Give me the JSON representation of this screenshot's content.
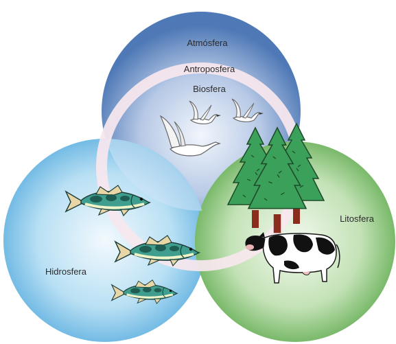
{
  "diagram": {
    "labels": {
      "atmosphere": "Atmósfera",
      "anthroposphere": "Antroposfera",
      "biosphere": "Biosfera",
      "lithosphere": "Litosfera",
      "hydrosphere": "Hidrosfera"
    },
    "colors": {
      "atmosphere_edge": "#4f79b6",
      "atmosphere_center": "#f2f6fc",
      "hydrosphere_edge": "#5fb0e0",
      "hydrosphere_center": "#f2f9fd",
      "lithosphere_edge": "#64ad54",
      "lithosphere_center": "#f3f9ef",
      "anthroposphere_ring": "#f7e7ee",
      "tree_green": "#3aa05a",
      "fish_teal": "#3f9e8e"
    },
    "icons": [
      "swan-icon",
      "goose-icon",
      "pine-tree-icon",
      "fish-icon",
      "cow-icon"
    ]
  }
}
